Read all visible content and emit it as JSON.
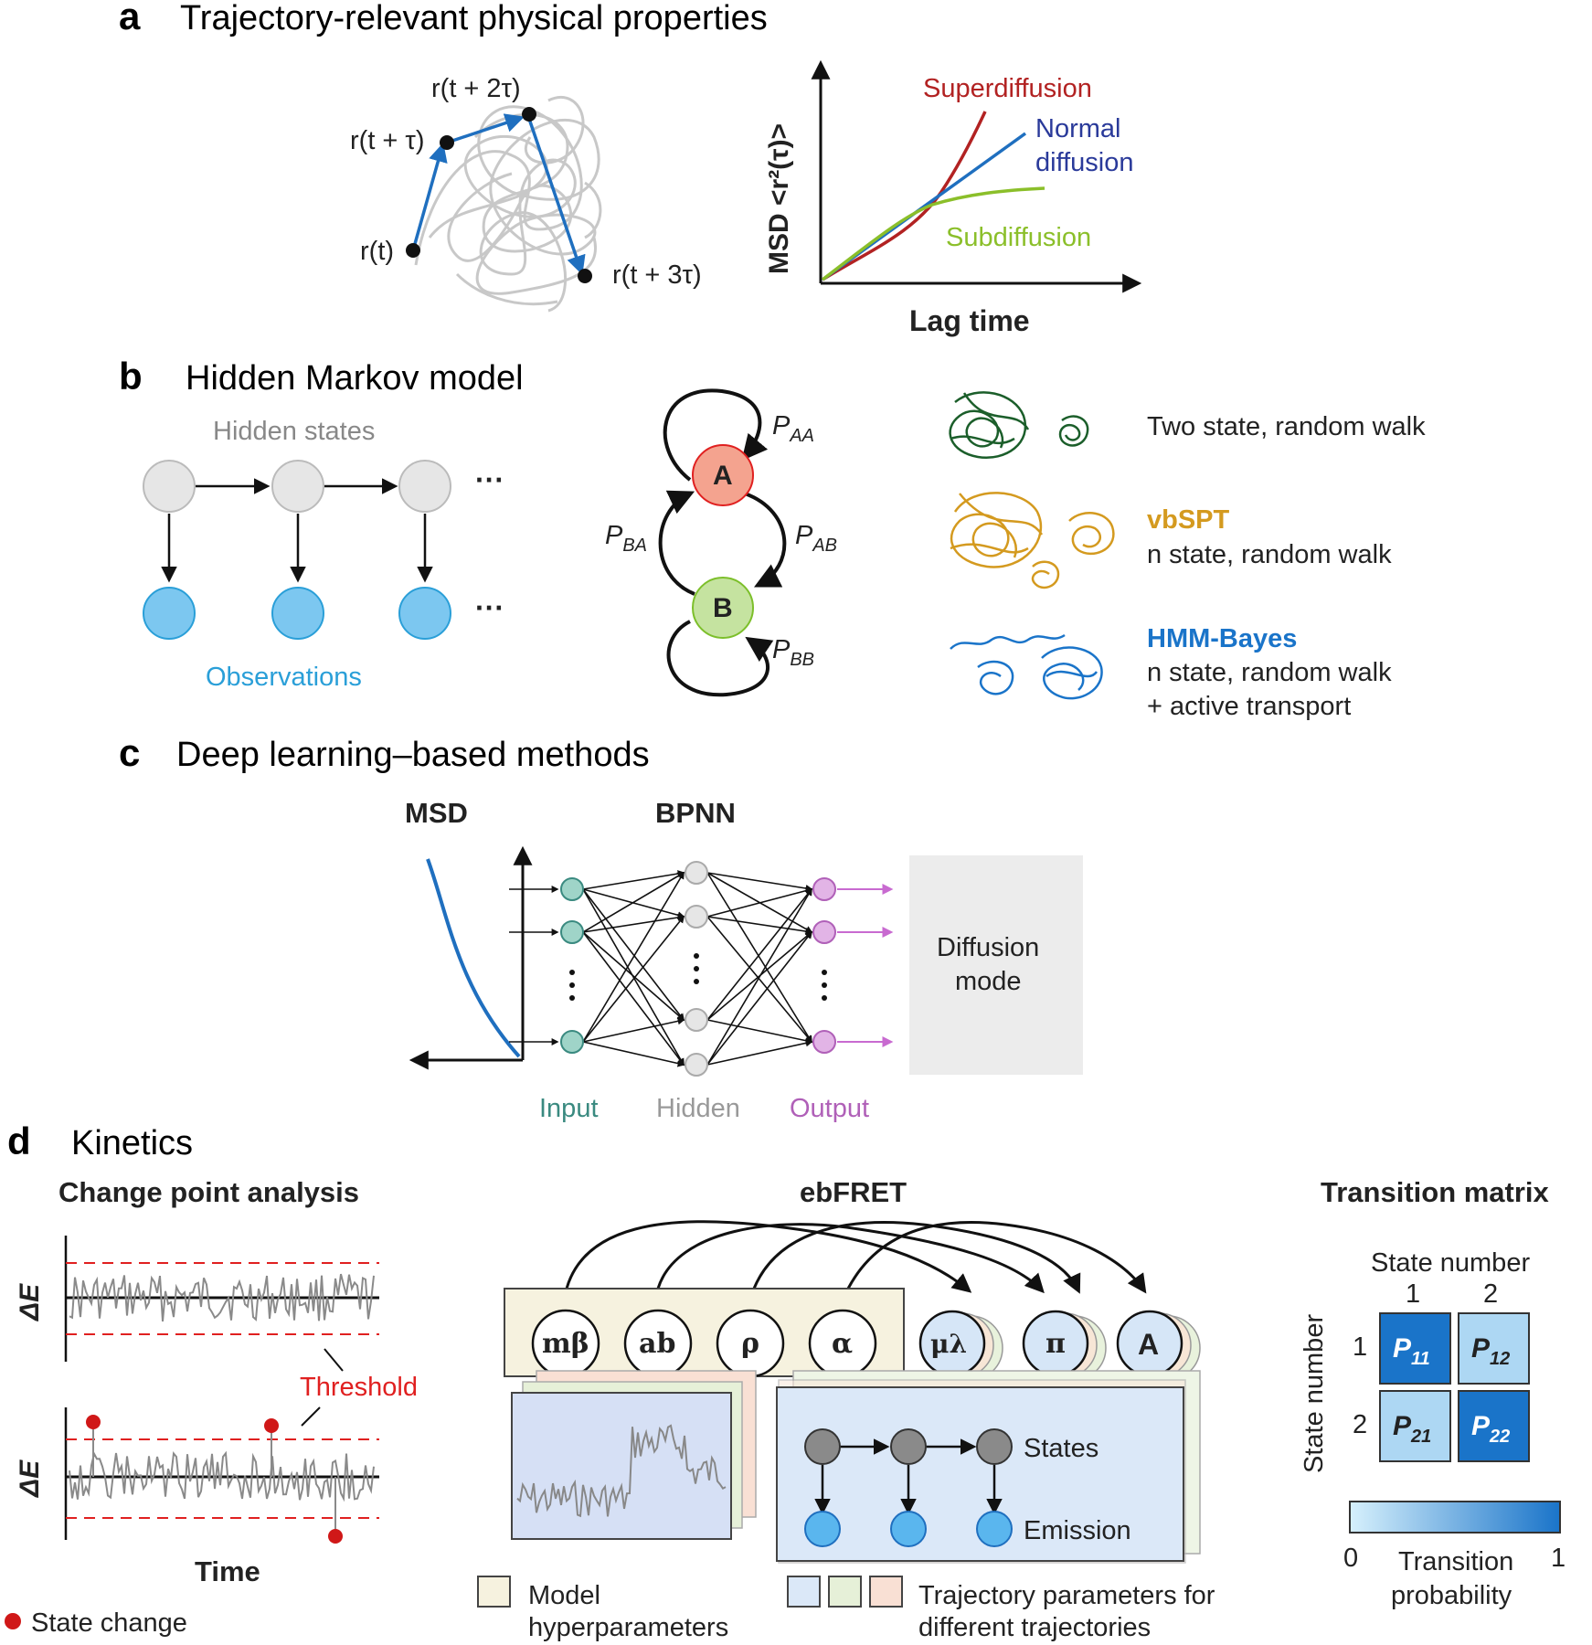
{
  "colors": {
    "super": "#b22222",
    "normal": "#1f6fbf",
    "sub": "#8bbf2a",
    "hidden_state": "#e6e6e6",
    "observation": "#7cc7f0",
    "state_a": "#f4a38f",
    "state_b": "#c5e3a0",
    "dark_green": "#1b5e2a",
    "gold": "#d49a1f",
    "hmm_blue": "#1a74c9",
    "input": "#9fd4c8",
    "hidden_node": "#e6e6e6",
    "output": "#e2b4e6",
    "threshold": "#e02020",
    "p_dark": "#1a74c9",
    "p_light": "#c7e8fa"
  },
  "panel_a": {
    "letter": "a",
    "title": "Trajectory-relevant physical properties",
    "points": [
      "r(t)",
      "r(t + τ)",
      "r(t + 2τ)",
      "r(t + 3τ)"
    ],
    "curves": {
      "super": "Superdiffusion",
      "normal_1": "Normal",
      "normal_2": "diffusion",
      "sub": "Subdiffusion"
    },
    "ylabel": "MSD <r²(τ)>",
    "xlabel": "Lag time"
  },
  "panel_b": {
    "letter": "b",
    "title": "Hidden Markov model",
    "hidden_label": "Hidden states",
    "obs_label": "Observations",
    "ellipsis": "···",
    "state_a": "A",
    "state_b": "B",
    "p_aa": "AA",
    "p_ab": "AB",
    "p_ba": "BA",
    "p_bb": "BB",
    "p_letter": "P",
    "methods": [
      {
        "name": "",
        "line1": "Two state, random walk",
        "line2": ""
      },
      {
        "name": "vbSPT",
        "line1": "n state, random walk",
        "line2": ""
      },
      {
        "name": "HMM-Bayes",
        "line1": "n state, random walk",
        "line2": "+ active transport"
      }
    ]
  },
  "panel_c": {
    "letter": "c",
    "title": "Deep learning–based methods",
    "msd_label": "MSD",
    "bpnn_label": "BPNN",
    "input_label": "Input",
    "hidden_label": "Hidden",
    "output_label": "Output",
    "diffusion_1": "Diffusion",
    "diffusion_2": "mode"
  },
  "panel_d": {
    "letter": "d",
    "title": "Kinetics",
    "cpa_title": "Change point analysis",
    "delta_e": "ΔE",
    "threshold": "Threshold",
    "time": "Time",
    "state_change": "State change",
    "ebfret_title": "ebFRET",
    "hyper_nodes": [
      "mβ",
      "ab",
      "ρ",
      "α"
    ],
    "param_nodes": [
      "μλ",
      "π",
      "A"
    ],
    "states": "States",
    "emission": "Emission",
    "legend_model_1": "Model",
    "legend_model_2": "hyperparameters",
    "legend_traj_1": "Trajectory parameters for",
    "legend_traj_2": "different trajectories",
    "tm_title": "Transition matrix",
    "state_number": "State number",
    "col_1": "1",
    "col_2": "2",
    "row_1": "1",
    "row_2": "2",
    "cells": [
      {
        "main": "P",
        "sub": "11"
      },
      {
        "main": "P",
        "sub": "12"
      },
      {
        "main": "P",
        "sub": "21"
      },
      {
        "main": "P",
        "sub": "22"
      }
    ],
    "cells_level": [
      1.0,
      0.15,
      0.15,
      1.0
    ],
    "colorbar_min": "0",
    "colorbar_max": "1",
    "colorbar_label_1": "Transition",
    "colorbar_label_2": "probability"
  }
}
